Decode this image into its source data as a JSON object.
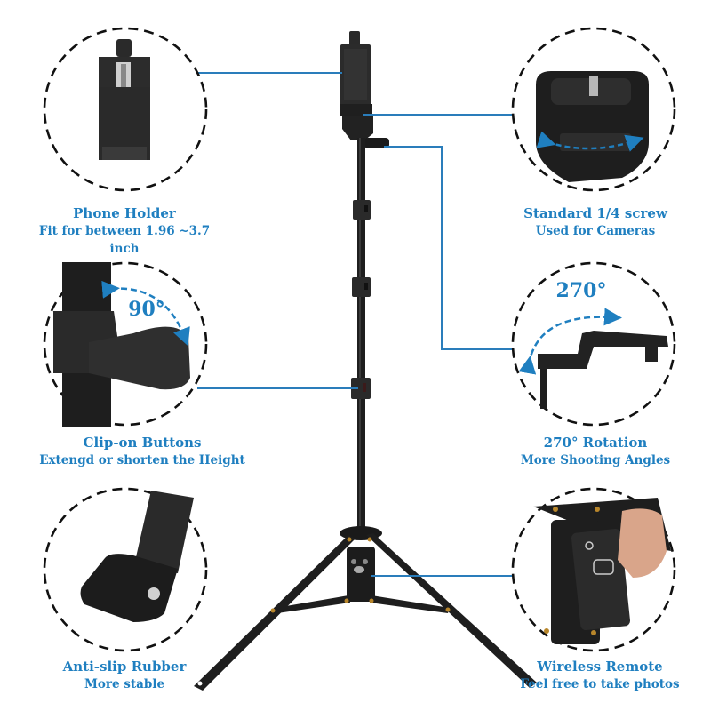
{
  "colors": {
    "accent_blue": "#1f7fc0",
    "connector_line": "#2a7dbb",
    "dashed_circle": "#111111",
    "product_black": "#1c1c1c",
    "brass": "#b8862b",
    "background": "#ffffff"
  },
  "product": {
    "name": "Phone tripod stand with phone holder and wireless remote"
  },
  "features": [
    {
      "id": "phone-holder",
      "title": "Phone Holder",
      "subtitle": "Fit for between 1.96 ~3.7 inch",
      "position": "top-left"
    },
    {
      "id": "standard-screw",
      "title": "Standard 1/4 screw",
      "subtitle": "Used for Cameras",
      "position": "top-right"
    },
    {
      "id": "clip-on-buttons",
      "title": "Clip-on Buttons",
      "subtitle": "Extengd or shorten the Height",
      "position": "middle-left",
      "badge": "90°"
    },
    {
      "id": "rotation",
      "title": "270° Rotation",
      "subtitle": "More Shooting Angles",
      "position": "middle-right",
      "badge": "270°"
    },
    {
      "id": "anti-slip",
      "title": "Anti-slip Rubber",
      "subtitle": "More stable",
      "position": "bottom-left"
    },
    {
      "id": "wireless-remote",
      "title": "Wireless Remote",
      "subtitle": "Feel free to take photos",
      "position": "bottom-right"
    }
  ],
  "icons": {
    "rotation_arrow_90": "curved-dashed-arrow",
    "rotation_arrow_270": "curved-dashed-double-arrow",
    "knob_arrow": "curved-dashed-double-arrow"
  }
}
